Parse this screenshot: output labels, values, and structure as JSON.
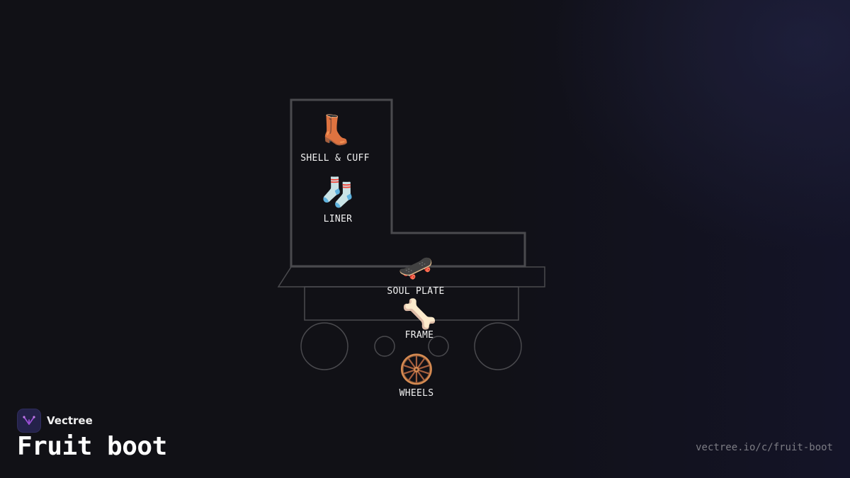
{
  "diagram": {
    "parts": [
      {
        "label": "SHELL & CUFF",
        "icon": "👢",
        "icon_name": "boot-icon"
      },
      {
        "label": "LINER",
        "icon": "🧦",
        "icon_name": "socks-icon"
      },
      {
        "label": "SOUL PLATE",
        "icon": "🛹",
        "icon_name": "skateboard-icon"
      },
      {
        "label": "FRAME",
        "icon": "🦴",
        "icon_name": "bone-icon"
      },
      {
        "label": "WHEELS",
        "icon": "🛞",
        "icon_name": "wheel-icon"
      }
    ],
    "outline_color": "#444444"
  },
  "brand": {
    "name": "Vectree",
    "logo_color": "#9b4fd6"
  },
  "title": "Fruit boot",
  "url": "vectree.io/c/fruit-boot"
}
